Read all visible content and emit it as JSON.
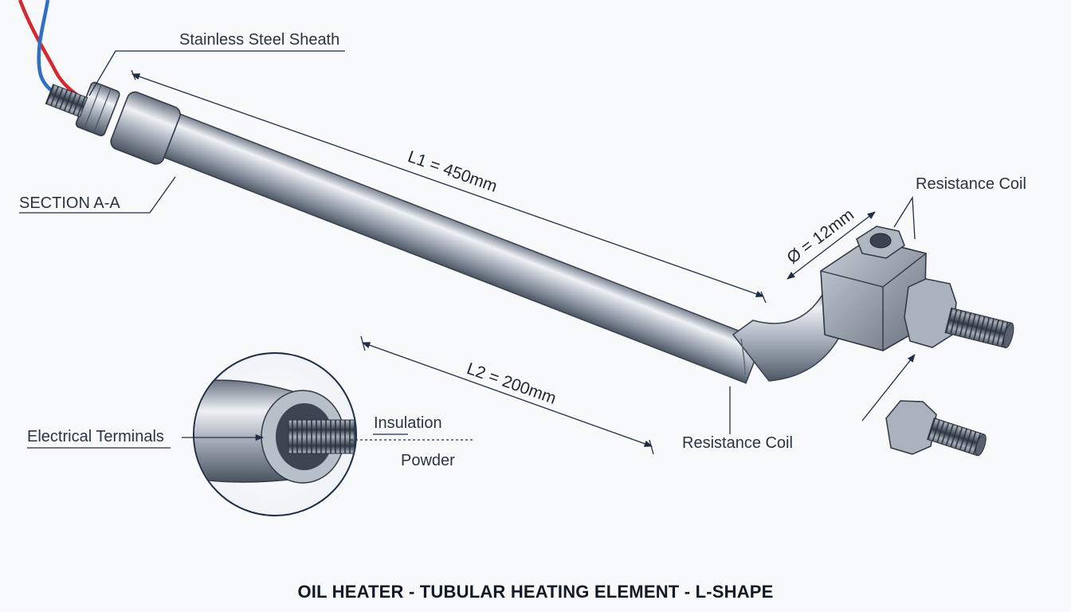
{
  "title": "OIL HEATER - TUBULAR HEATING ELEMENT - L-SHAPE",
  "labels": {
    "sheath": "Stainless Steel Sheath",
    "section": "SECTION A-A",
    "coil_top": "Resistance Coil",
    "coil_bottom": "Resistance Coil",
    "terminals": "Electrical Terminals",
    "insulation": "Insulation",
    "powder": "Powder"
  },
  "dimensions": {
    "l1": "L1 = 450mm",
    "l2": "L2 = 200mm",
    "diameter": "Ø = 12mm"
  },
  "colors": {
    "line": "#1f2d45",
    "steel_light": "#e9edf2",
    "steel_mid": "#9aa4b1",
    "steel_dark": "#4e5866",
    "wire_red": "#d32a32",
    "wire_blue": "#2f6fc4"
  }
}
